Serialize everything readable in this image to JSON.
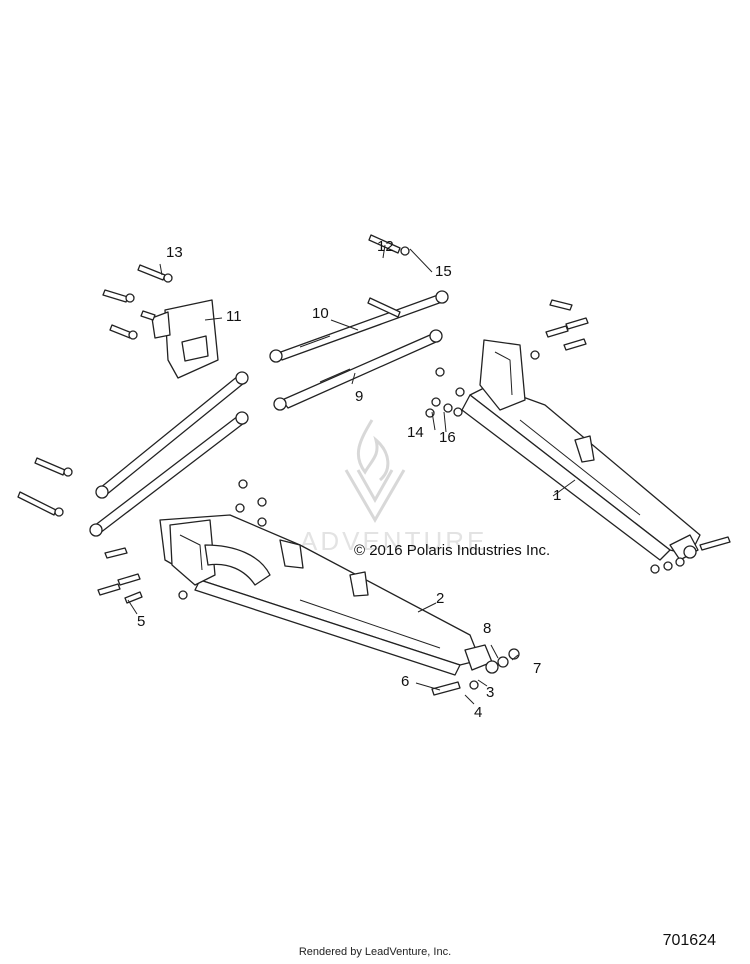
{
  "diagram": {
    "callouts": {
      "c1": "1",
      "c2": "2",
      "c3": "3",
      "c4": "4",
      "c5": "5",
      "c6": "6",
      "c7": "7",
      "c8": "8",
      "c9": "9",
      "c10": "10",
      "c11": "11",
      "c12": "12",
      "c13": "13",
      "c14": "14",
      "c15": "15",
      "c16": "16"
    },
    "copyright": "© 2016 Polaris Industries Inc.",
    "watermark_brand": "ADVENTURE"
  },
  "footer": {
    "rendered_by": "Rendered by LeadVenture, Inc.",
    "diagram_id": "701624"
  }
}
